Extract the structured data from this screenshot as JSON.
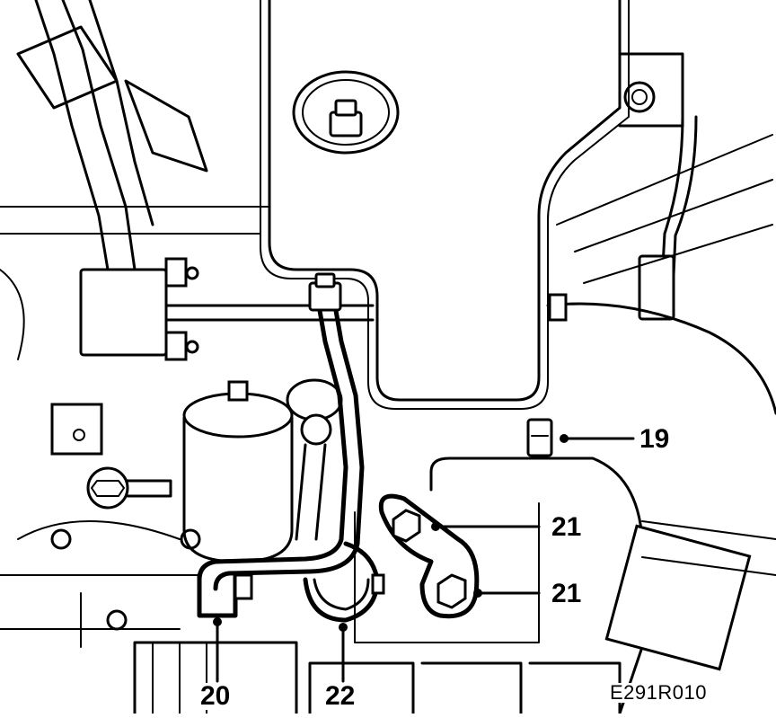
{
  "figure_id": "E291R010",
  "callouts": {
    "c19": "19",
    "c20": "20",
    "c21a": "21",
    "c21b": "21",
    "c22": "22"
  }
}
